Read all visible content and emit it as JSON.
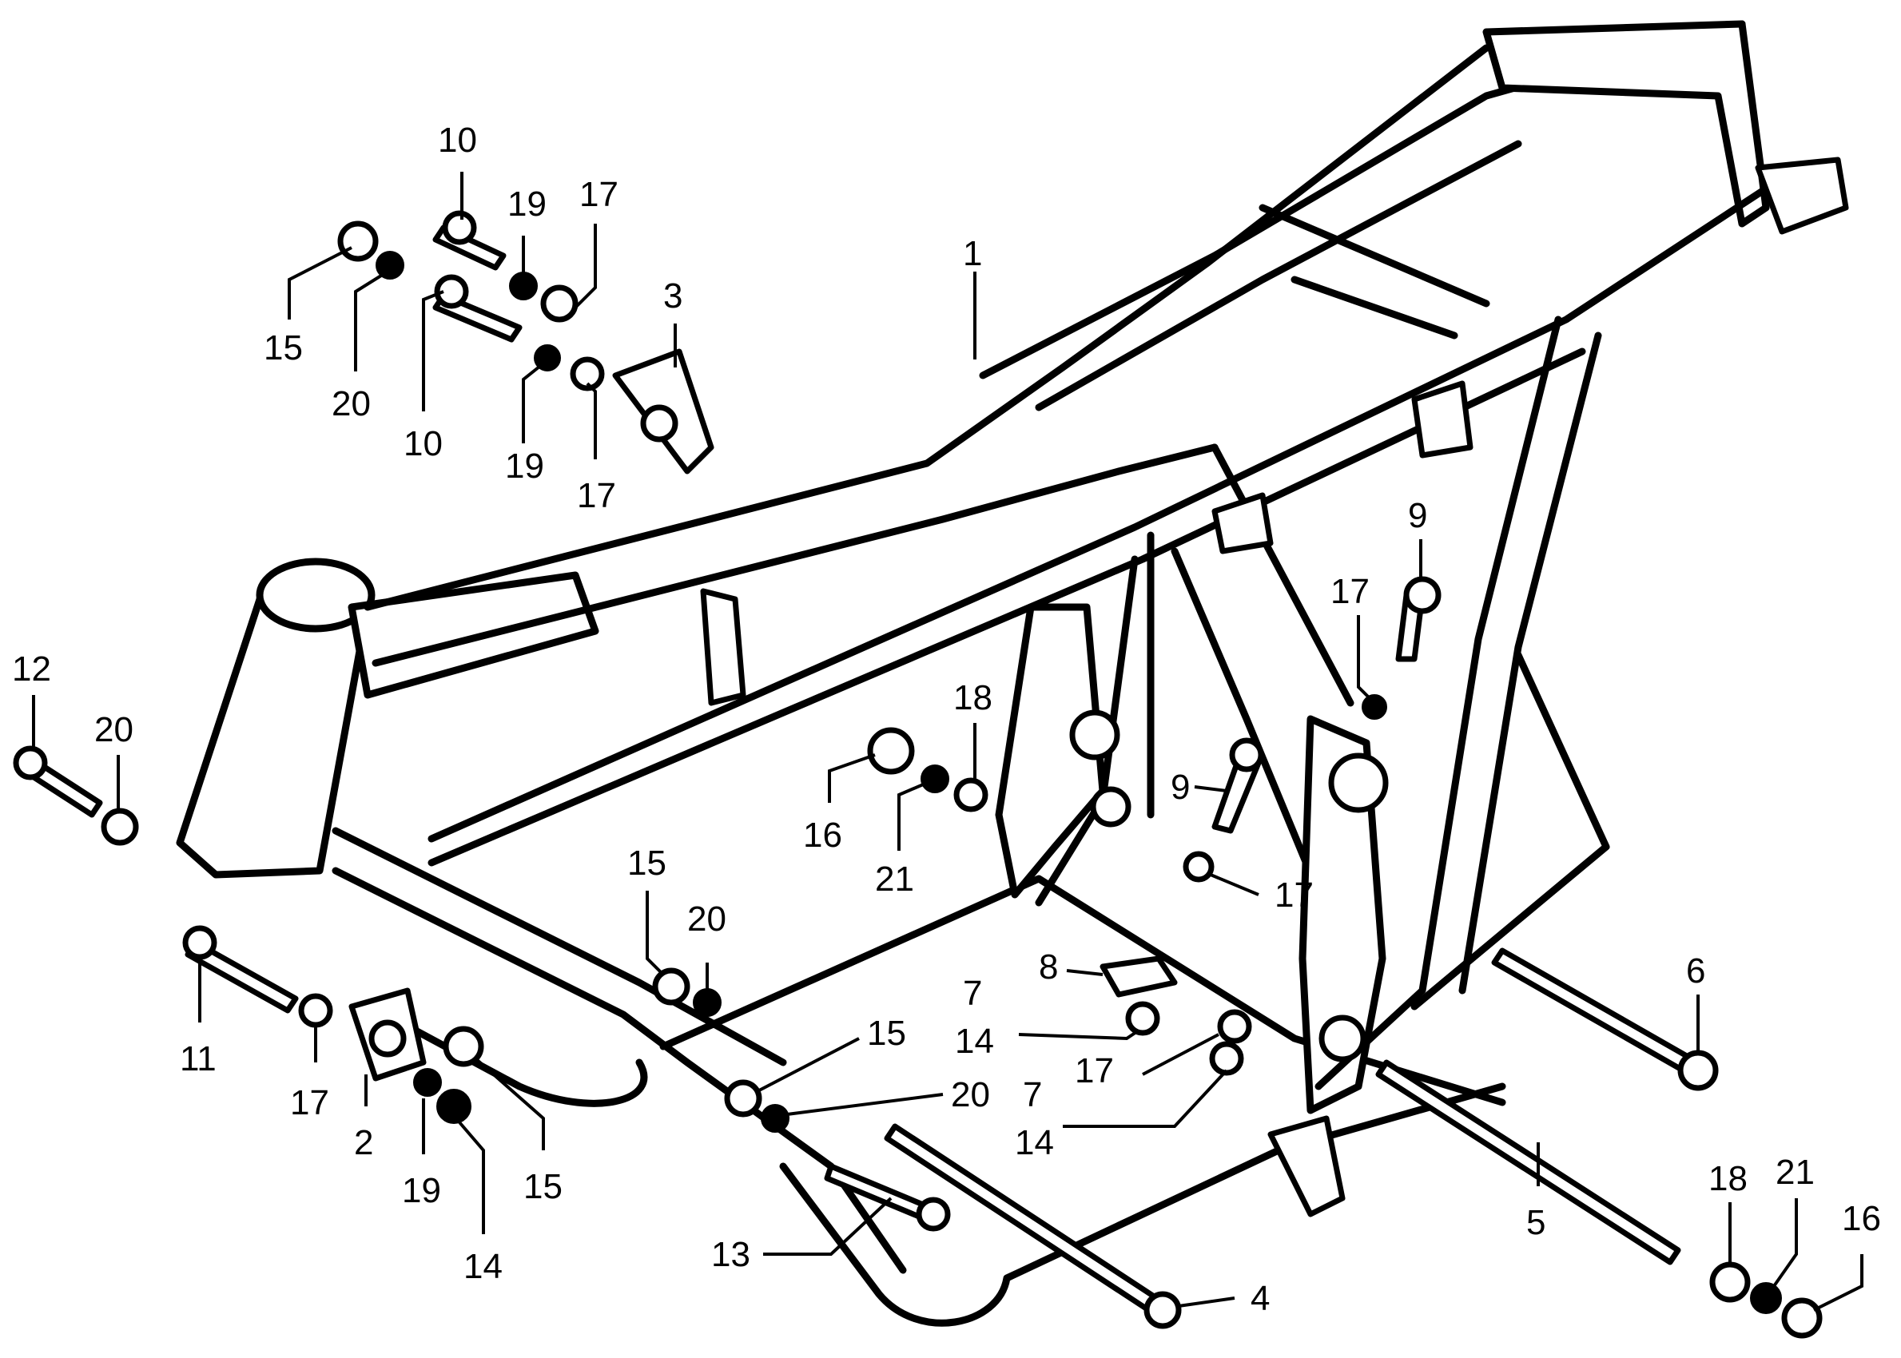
{
  "diagram": {
    "line_color": "#000000",
    "background": "#ffffff",
    "callouts": [
      "1",
      "3",
      "10",
      "19",
      "17",
      "15",
      "20",
      "10",
      "19",
      "17",
      "12",
      "20",
      "9",
      "17",
      "18",
      "16",
      "21",
      "9",
      "17",
      "15",
      "20",
      "8",
      "7",
      "14",
      "17",
      "7",
      "14",
      "11",
      "17",
      "2",
      "19",
      "15",
      "14",
      "15",
      "20",
      "13",
      "4",
      "6",
      "5",
      "18",
      "21",
      "16"
    ]
  }
}
